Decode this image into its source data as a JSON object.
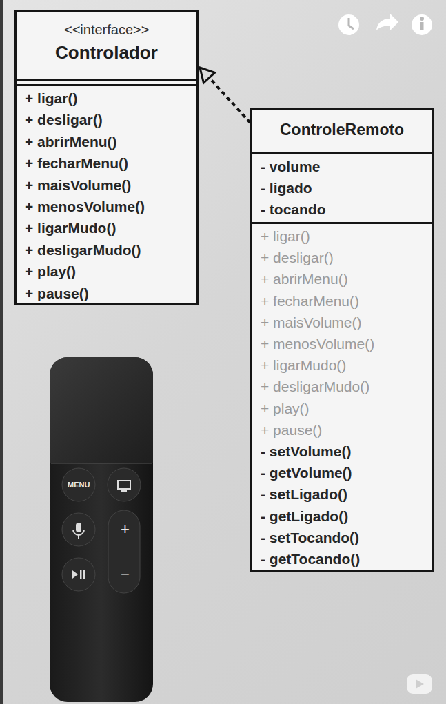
{
  "diagram": {
    "nodes": [
      {
        "text": [
          "<<interface>>",
          "Controlador",
          "+ ligar()",
          "+ desligar()",
          "+ abrirMenu()",
          "+ fecharMenu()",
          "+ maisVolume()",
          "+ menosVolume()",
          "+ ligarMudo()",
          "+ desligarMudo()",
          "+ play()",
          "+ pause()"
        ]
      },
      {
        "text": [
          "ControleRemoto",
          "- volume",
          "- ligado",
          "- tocando",
          "+ ligar()",
          "+ desligar()",
          "+ abrirMenu()",
          "+ fecharMenu()",
          "+ maisVolume()",
          "+ menosVolume()",
          "+ ligarMudo()",
          "+ desligarMudo()",
          "+ play()",
          "+ pause()",
          "- setVolume()",
          "- getVolume()",
          "- setLigado()",
          "- getLigado()",
          "- setTocando()",
          "- getTocando()"
        ]
      }
    ],
    "edges": [
      {
        "from": 1,
        "to": 0,
        "arrow": "to"
      }
    ],
    "labels": [
      "MENU",
      "+",
      "−"
    ]
  }
}
